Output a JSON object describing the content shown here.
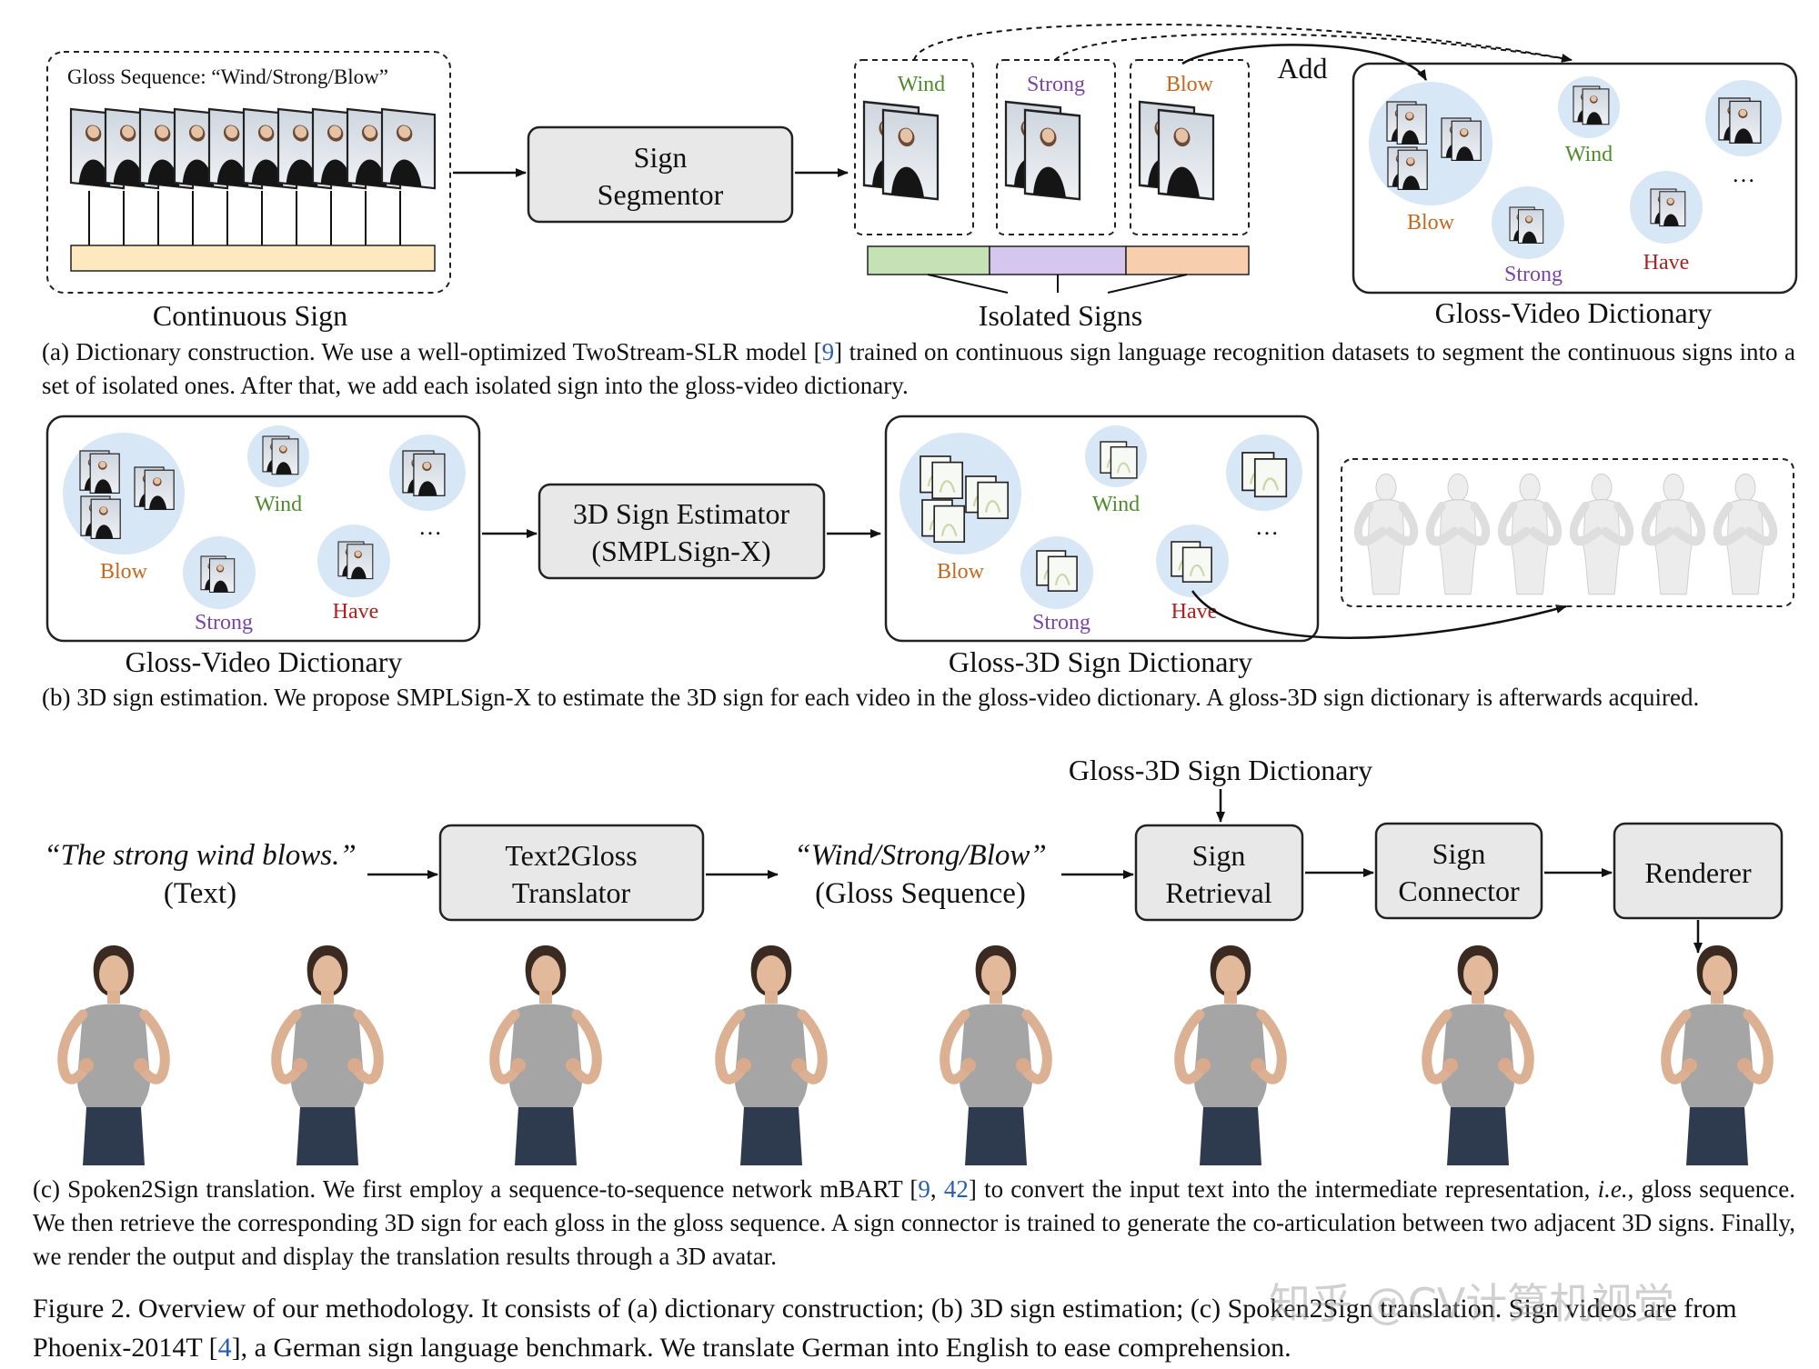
{
  "panel_a": {
    "gloss_sequence_label": "Gloss Sequence: “Wind/Strong/Blow”",
    "continuous_sign_label": "Continuous Sign",
    "segmentor_line1": "Sign",
    "segmentor_line2": "Segmentor",
    "isolated_glosses": [
      "Wind",
      "Strong",
      "Blow"
    ],
    "isolated_signs_label": "Isolated Signs",
    "add_label": "Add",
    "dictionary_words": [
      "Blow",
      "Wind",
      "Strong",
      "Have"
    ],
    "ellipsis": "…",
    "dictionary_label": "Gloss-Video Dictionary",
    "caption_part1": "(a) Dictionary construction.  We use a well-optimized TwoStream-SLR model [",
    "caption_cite": "9",
    "caption_part2": "] trained on continuous sign language recognition datasets to segment the continuous signs into a set of isolated ones.  After that, we add each isolated sign into the gloss-video dictionary."
  },
  "panel_b": {
    "left_words": [
      "Blow",
      "Wind",
      "Strong",
      "Have"
    ],
    "left_dictionary_label": "Gloss-Video Dictionary",
    "estimator_line1": "3D Sign Estimator",
    "estimator_line2": "(SMPLSign-X)",
    "right_words": [
      "Blow",
      "Wind",
      "Strong",
      "Have"
    ],
    "right_dictionary_label": "Gloss-3D Sign Dictionary",
    "ellipsis": "…",
    "caption": "(b) 3D sign estimation.  We propose SMPLSign-X to estimate the 3D sign for each video in the gloss-video dictionary.  A gloss-3D sign dictionary is afterwards acquired."
  },
  "panel_c": {
    "top_label": "Gloss-3D Sign Dictionary",
    "text_quote": "“The strong wind blows.”",
    "text_tag": "(Text)",
    "translator_line1": "Text2Gloss",
    "translator_line2": "Translator",
    "gloss_quote": "“Wind/Strong/Blow”",
    "gloss_tag": "(Gloss Sequence)",
    "retrieval_line1": "Sign",
    "retrieval_line2": "Retrieval",
    "connector_line1": "Sign",
    "connector_line2": "Connector",
    "renderer": "Renderer",
    "caption_part1": "(c) Spoken2Sign translation.  We first employ a sequence-to-sequence network mBART [",
    "caption_cite1": "9",
    "caption_sep": ", ",
    "caption_cite2": "42",
    "caption_part2": "] to convert the input text into the intermediate representation, ",
    "caption_ie": "i.e.",
    "caption_part3": ", gloss sequence.  We then retrieve the corresponding 3D sign for each gloss in the gloss sequence.  A sign connector is trained to generate the co-articulation between two adjacent 3D signs. Finally, we render the output and display the translation results through a 3D avatar."
  },
  "figure_caption": {
    "part1": "Figure 2. Overview of our methodology. It consists of (a) dictionary construction; (b) 3D sign estimation; (c) Spoken2Sign translation. Sign videos are from Phoenix-2014T [",
    "cite": "4",
    "part2": "], a German sign language benchmark. We translate German into English to ease comprehension."
  },
  "watermark": "知乎 @CV计算机视觉",
  "colors": {
    "wind": "#4f8a2b",
    "strong": "#7a45a8",
    "blow": "#c4681f",
    "have": "#b0201e",
    "bubble": "#d7e7f6",
    "box_fill": "#e8e8e8",
    "cite": "#2a5db0",
    "bar_green": "#c5e2b4",
    "bar_purple": "#d4c6ec",
    "bar_orange": "#f8cfae",
    "bar_cream": "#fde8c0"
  }
}
